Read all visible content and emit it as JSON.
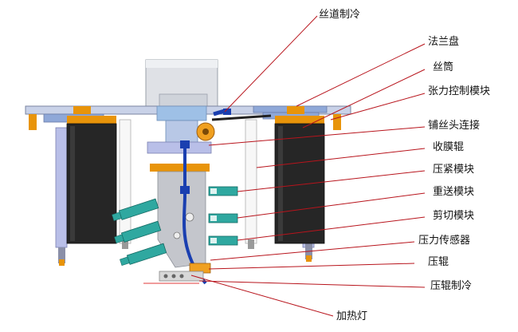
{
  "labels": {
    "silk_channel_cooling": "丝道制冷",
    "flange_plate": "法兰盘",
    "filament_spool": "丝筒",
    "tension_control_module": "张力控制模块",
    "layup_head_connector": "铺丝头连接",
    "film_takeup_roller": "收膜辊",
    "clamping_module": "压紧模块",
    "refeed_module": "重送模块",
    "cutting_module": "剪切模块",
    "pressure_sensor": "压力传感器",
    "compaction_roller": "压辊",
    "compaction_roller_cooling": "压辊制冷",
    "heating_lamp": "加热灯"
  },
  "colors": {
    "leader_line": "#b8141c",
    "flange": "#c9d2e8",
    "spool_dark": "#262626",
    "module_teal": "#2fa8a0",
    "cooling_blue": "#1a3fb0",
    "accent_orange": "#e8940a"
  }
}
